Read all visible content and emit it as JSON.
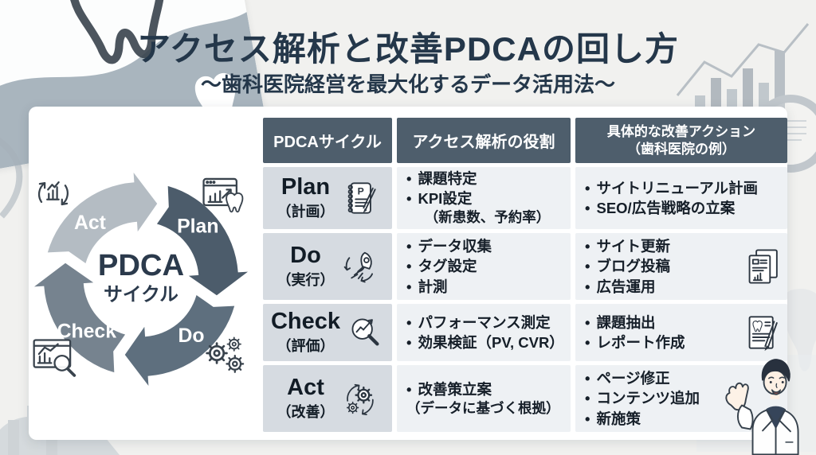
{
  "slide": {
    "title": "アクセス解析と改善PDCAの回し方",
    "subtitle": "〜歯科医院経営を最大化するデータ活用法〜"
  },
  "diagram": {
    "center_title": "PDCA",
    "center_subtitle": "サイクル",
    "label_act": "Act",
    "label_plan": "Plan",
    "label_check": "Check",
    "label_do": "Do",
    "corner_icons": [
      "growth-cycle-icon",
      "analytics-tooth-icon",
      "chart-magnifier-icon",
      "gears-icon"
    ]
  },
  "table": {
    "header": {
      "col1": "PDCAサイクル",
      "col2": "アクセス解析の役割",
      "col3_line1": "具体的な改善アクション",
      "col3_line2": "（歯科医院の例）"
    },
    "rows": [
      {
        "phase": "Plan",
        "phase_ja": "（計画）",
        "phase_icon": "notebook-pencil-icon",
        "icon_letter": "P",
        "role_1": "課題特定",
        "role_2": "KPI設定",
        "role_3": "（新患数、予約率）",
        "action_1": "サイトリニューアル計画",
        "action_2": "SEO/広告戦略の立案"
      },
      {
        "phase": "Do",
        "phase_ja": "（実行）",
        "phase_icon": "rocket-icon",
        "role_1": "データ収集",
        "role_2": "タグ設定",
        "role_3": "計測",
        "action_1": "サイト更新",
        "action_2": "ブログ投稿",
        "action_3": "広告運用",
        "action_icon": "report-document-icon"
      },
      {
        "phase": "Check",
        "phase_ja": "（評価）",
        "phase_icon": "magnifier-chart-icon",
        "role_1": "パフォーマンス測定",
        "role_2": "効果検証（PV, CVR）",
        "action_1": "課題抽出",
        "action_2": "レポート作成",
        "action_icon": "dental-report-icon"
      },
      {
        "phase": "Act",
        "phase_ja": "（改善）",
        "phase_icon": "gears-cycle-icon",
        "role_1": "改善策立案",
        "role_2": "（データに基づく根拠）",
        "action_1": "ページ修正",
        "action_2": "コンテンツ追加",
        "action_3": "新施策"
      }
    ]
  },
  "theme": {
    "title_text": "#24374a",
    "header_bg": "#4e5e6c",
    "header_text": "#ffffff",
    "phase_cell_bg": "#d6dbe1",
    "cell_bg": "#eef1f4",
    "body_text": "#161f29",
    "panel_bg": "#ffffff",
    "ring_act": "#b4bcc3",
    "ring_plan": "#4c5c6b",
    "ring_do": "#5e6f7e",
    "ring_check": "#76838f",
    "center_text": "#2b3a4c"
  },
  "illustration": {
    "name": "dentist-presenting-illustration"
  }
}
